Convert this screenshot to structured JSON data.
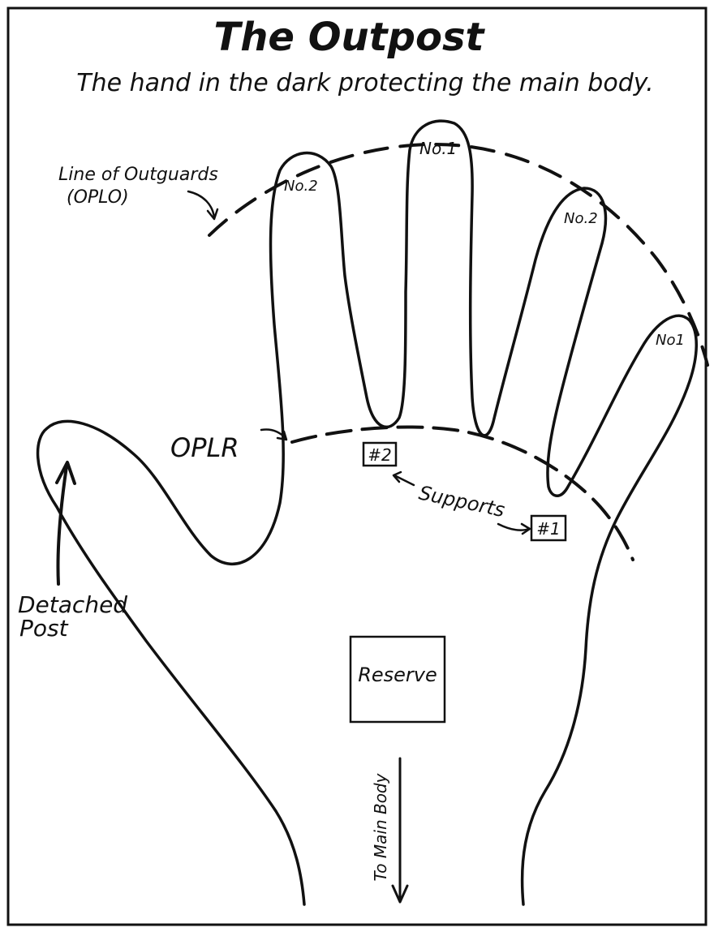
{
  "title": "The Outpost",
  "subtitle": "The hand in the dark protecting the main body.",
  "labels": {
    "outguards_line_1": "Line of Outguards",
    "outguards_line_2": "(OPLO)",
    "oplr": "OPLR",
    "detached_post_1": "Detached",
    "detached_post_2": "Post",
    "supports": "Supports",
    "reserve": "Reserve",
    "to_main_body": "To Main Body"
  },
  "outguards": {
    "index_finger": "No.2",
    "middle_finger": "No.1",
    "ring_finger": "No.2",
    "little_finger": "No1"
  },
  "supports_boxes": {
    "support_2": "#2",
    "support_1": "#1"
  },
  "colors": {
    "ink": "#111111",
    "paper": "#ffffff"
  }
}
